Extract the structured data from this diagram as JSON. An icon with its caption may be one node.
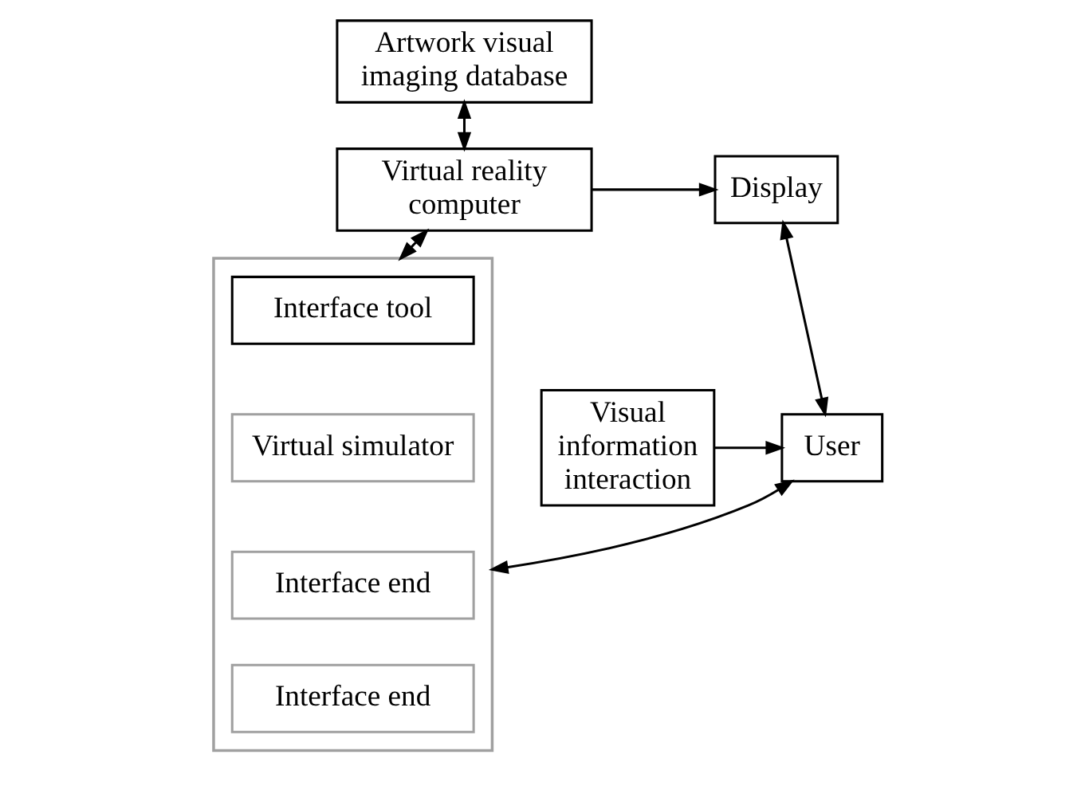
{
  "diagram": {
    "nodes": [
      {
        "text": [
          "Artwork visual imaging database"
        ]
      },
      {
        "text": [
          "Virtual reality computer"
        ]
      },
      {
        "text": [
          "Display"
        ]
      },
      {
        "text": [],
        "shape": "box"
      },
      {
        "text": [
          "Interface tool"
        ],
        "in": 3
      },
      {
        "text": [
          "Virtual simulator"
        ],
        "in": 3
      },
      {
        "text": [
          "Interface end"
        ],
        "in": 3
      },
      {
        "text": [
          "Interface end"
        ],
        "in": 3
      },
      {
        "text": [
          "User"
        ]
      },
      {
        "text": [
          "Visual information interaction"
        ]
      }
    ],
    "edges": [
      {
        "from": 0,
        "to": 1,
        "arrow": "both"
      },
      {
        "from": 1,
        "to": 2,
        "arrow": "to"
      },
      {
        "from": 1,
        "to": 3,
        "arrow": "both"
      },
      {
        "from": 2,
        "to": 8,
        "arrow": "both"
      },
      {
        "from": 8,
        "to": 3,
        "arrow": "both"
      },
      {
        "from": 9,
        "to": 8,
        "arrow": "to"
      }
    ]
  }
}
